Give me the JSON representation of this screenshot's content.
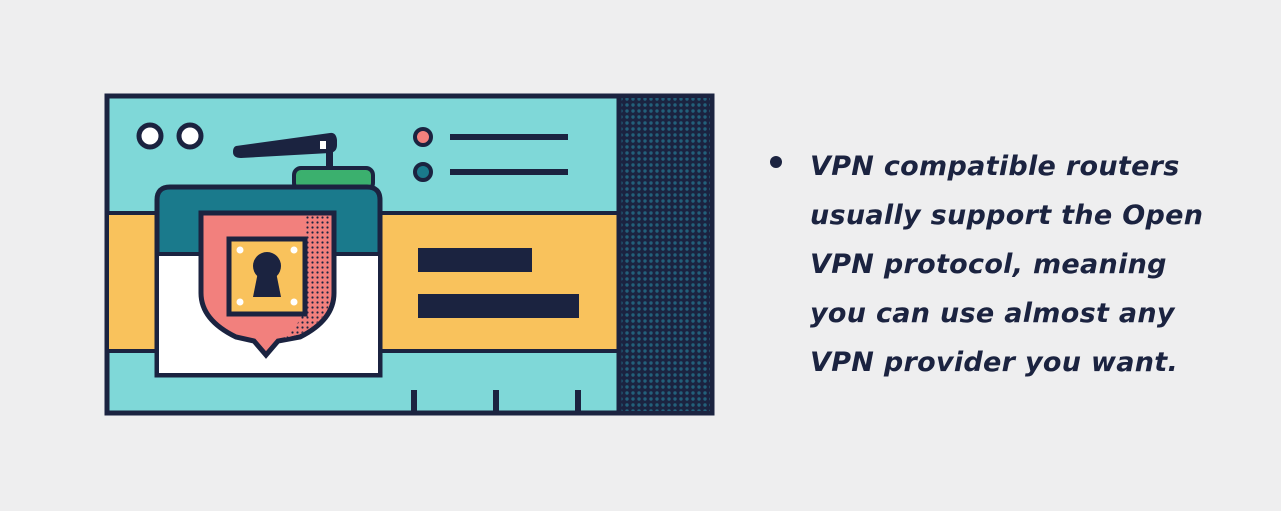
{
  "palette": {
    "background": "#eeeeef",
    "outline": "#1b2340",
    "screen": "#7fd8d8",
    "stripe": "#f9c25c",
    "panel_dots": "#22607a",
    "shield": "#f2807d",
    "lock_plate": "#f9c25c",
    "router_body": "#1a7a8c",
    "router_cap": "#3bb06e",
    "window_white": "#ffffff",
    "dot_red": "#f2807d",
    "dot_teal": "#1a7a8c",
    "text": "#1b2340"
  },
  "icons": {
    "illustration": "vpn-router-shield-icon",
    "bullet": "bullet-dot-icon"
  },
  "bullet": {
    "lines": [
      "VPN compatible routers",
      "usually support the Open",
      "VPN protocol, meaning",
      "you can use almost any",
      "VPN provider you want."
    ]
  }
}
